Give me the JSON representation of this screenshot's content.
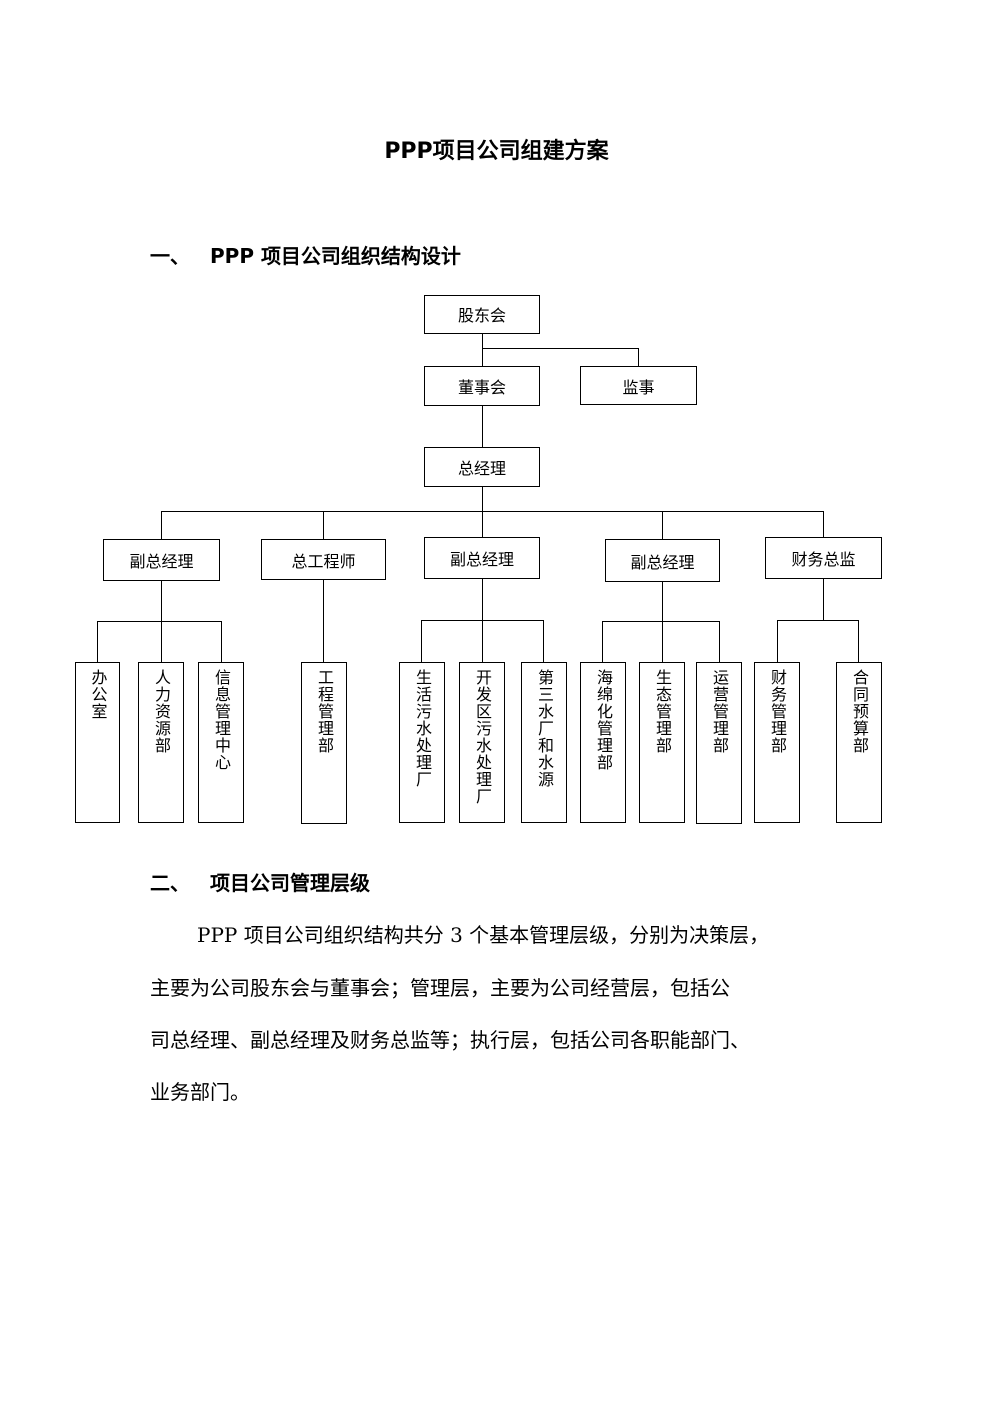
{
  "doc_title": "PPP项目公司组建方案",
  "section1": {
    "num": "一、",
    "title": "PPP 项目公司组织结构设计"
  },
  "section2": {
    "num": "二、",
    "title": "项目公司管理层级"
  },
  "paragraph_lines": [
    "PPP 项目公司组织结构共分 3 个基本管理层级，分别为决策层，",
    "主要为公司股东会与董事会；管理层，主要为公司经营层，包括公",
    "司总经理、副总经理及财务总监等；执行层，包括公司各职能部门、",
    "业务部门。"
  ],
  "org": {
    "shareholders": "股东会",
    "board": "董事会",
    "supervisor": "监事",
    "gm": "总经理",
    "vp1": "副总经理",
    "chief_engineer": "总工程师",
    "vp2": "副总经理",
    "vp3": "副总经理",
    "cfo": "财务总监",
    "depts": [
      "办公室",
      "人力资源部",
      "信息管理中心",
      "工程管理部",
      "生活污水处理厂",
      "开发区污水处理厂",
      "第三水厂和水源",
      "海绵化管理部",
      "生态管理部",
      "运营管理部",
      "财务管理部",
      "合同预算部"
    ]
  }
}
